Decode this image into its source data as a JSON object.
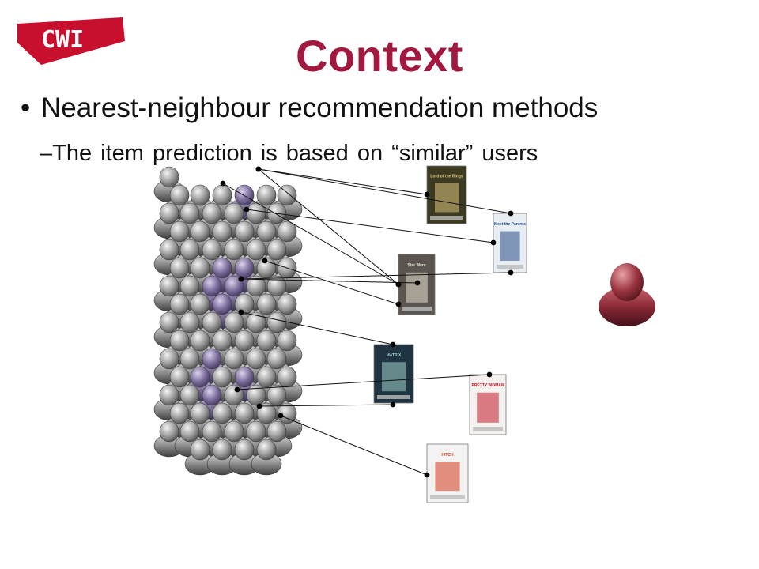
{
  "slide": {
    "logo_text": "CWI",
    "title": "Context",
    "bullet_marker": "•",
    "bullet": "Nearest-neighbour recommendation methods",
    "sub_bullet": "–The item prediction is based on “similar” users"
  },
  "colors": {
    "title": "#a3183f",
    "logo": "#c8102e",
    "user_gray": "#8f8f8f",
    "neighbour_purple": "#7e6f9e",
    "target_user": "#8a2a36"
  },
  "posters": [
    {
      "name": "lord-of-the-rings-poster",
      "label": "Lord of the Rings"
    },
    {
      "name": "meet-the-parents-poster",
      "label": "Meet the Parents"
    },
    {
      "name": "star-wars-poster",
      "label": "Star Wars"
    },
    {
      "name": "matrix-poster",
      "label": "MATRIX"
    },
    {
      "name": "pretty-woman-poster",
      "label": "PRETTY WOMAN"
    },
    {
      "name": "hitch-poster",
      "label": "HITCH"
    }
  ]
}
